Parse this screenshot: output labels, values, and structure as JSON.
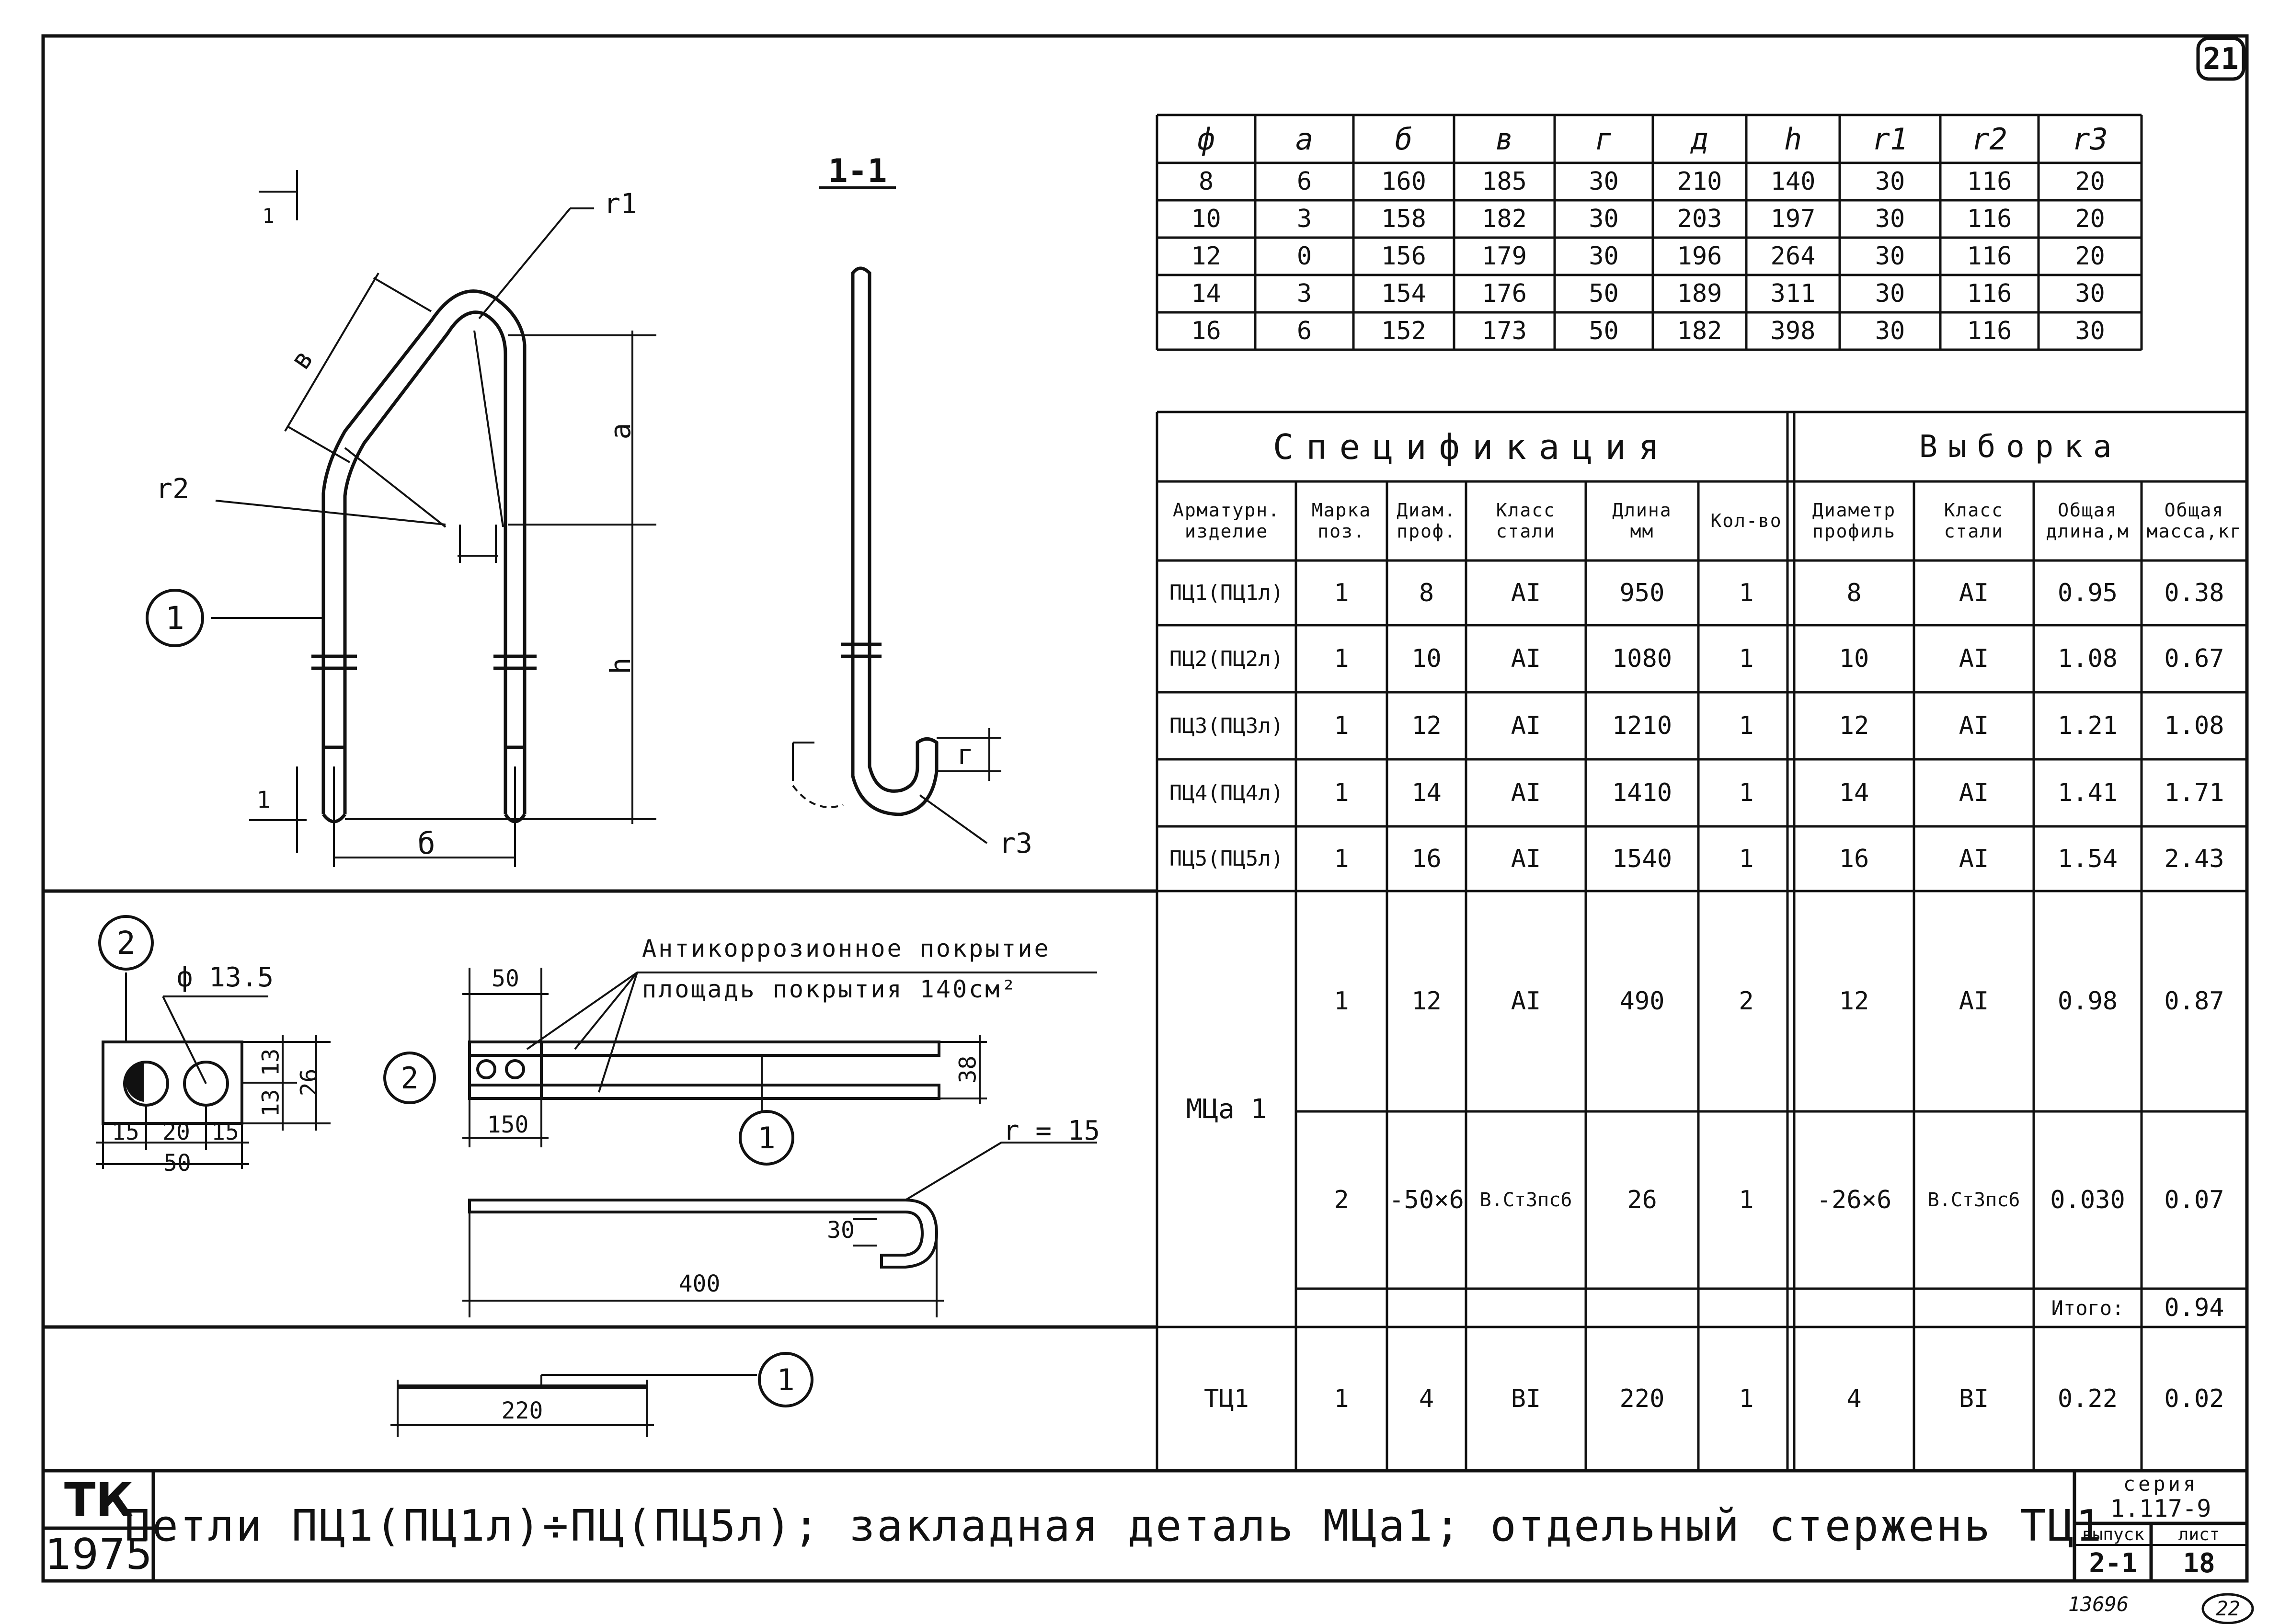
{
  "corner_top": "21",
  "corner_bottom": "22",
  "stamp_number": "13696",
  "params_table": {
    "headers": [
      "ф",
      "а",
      "б",
      "в",
      "г",
      "д",
      "h",
      "r1",
      "r2",
      "r3"
    ],
    "rows": [
      [
        "8",
        "6",
        "160",
        "185",
        "30",
        "210",
        "140",
        "30",
        "116",
        "20"
      ],
      [
        "10",
        "3",
        "158",
        "182",
        "30",
        "203",
        "197",
        "30",
        "116",
        "20"
      ],
      [
        "12",
        "0",
        "156",
        "179",
        "30",
        "196",
        "264",
        "30",
        "116",
        "20"
      ],
      [
        "14",
        "3",
        "154",
        "176",
        "50",
        "189",
        "311",
        "30",
        "116",
        "30"
      ],
      [
        "16",
        "6",
        "152",
        "173",
        "50",
        "182",
        "398",
        "30",
        "116",
        "30"
      ]
    ]
  },
  "spec_table": {
    "spec_title": "Спецификация",
    "selection_title": "Выборка",
    "headers": [
      "Арматурн. изделие",
      "Марка поз.",
      "Диам. проф.",
      "Класс стали",
      "Длина мм",
      "Кол-во",
      "Диаметр профиль",
      "Класс стали",
      "Общая длина,м",
      "Общая масса,кг"
    ],
    "rows_pc": [
      [
        "ПЦ1(ПЦ1л)",
        "1",
        "8",
        "AI",
        "950",
        "1",
        "8",
        "AI",
        "0.95",
        "0.38"
      ],
      [
        "ПЦ2(ПЦ2л)",
        "1",
        "10",
        "AI",
        "1080",
        "1",
        "10",
        "AI",
        "1.08",
        "0.67"
      ],
      [
        "ПЦ3(ПЦ3л)",
        "1",
        "12",
        "AI",
        "1210",
        "1",
        "12",
        "AI",
        "1.21",
        "1.08"
      ],
      [
        "ПЦ4(ПЦ4л)",
        "1",
        "14",
        "AI",
        "1410",
        "1",
        "14",
        "AI",
        "1.41",
        "1.71"
      ],
      [
        "ПЦ5(ПЦ5л)",
        "1",
        "16",
        "AI",
        "1540",
        "1",
        "16",
        "AI",
        "1.54",
        "2.43"
      ]
    ],
    "mca_label": "МЦа 1",
    "mca_rows": [
      [
        "1",
        "12",
        "AI",
        "490",
        "2",
        "12",
        "AI",
        "0.98",
        "0.87"
      ],
      [
        "2",
        "-50×6",
        "В.Ст3пс6",
        "26",
        "1",
        "-26×6",
        "В.Ст3пс6",
        "0.030",
        "0.07"
      ]
    ],
    "total_label": "Итого:",
    "total_value": "0.94",
    "tc_row": [
      "ТЦ1",
      "1",
      "4",
      "BI",
      "220",
      "1",
      "4",
      "BI",
      "0.22",
      "0.02"
    ]
  },
  "drawing": {
    "section_label": "1-1",
    "labels": {
      "r1": "r1",
      "r2": "r2",
      "r3": "r3",
      "v": "в",
      "a": "а",
      "h": "h",
      "b": "б",
      "g": "г",
      "one": "1",
      "pos1": "1",
      "pos2": "2"
    },
    "plate": {
      "hole_label": "ф 13.5",
      "dim_15a": "15",
      "dim_20": "20",
      "dim_15b": "15",
      "dim_50": "50",
      "dim_13a": "13",
      "dim_13b": "13",
      "dim_26": "26"
    },
    "anchor": {
      "note_line1": "Антикоррозионное покрытие",
      "note_line2": "площадь покрытия 140см²",
      "dim_50": "50",
      "dim_150": "150",
      "dim_38": "38",
      "r15": "r = 15",
      "dim_30": "30",
      "dim_400": "400"
    },
    "rod": {
      "dim_220": "220"
    }
  },
  "title_block": {
    "tk": "ТК",
    "year": "1975",
    "title": "Петли ПЦ1(ПЦ1л)÷ПЦ(ПЦ5л); закладная деталь МЦа1; отдельный стержень ТЦ1",
    "series_label": "серия",
    "series_value": "1.117-9",
    "issue_label": "выпуск",
    "issue_value": "2-1",
    "sheet_label": "лист",
    "sheet_value": "18"
  }
}
